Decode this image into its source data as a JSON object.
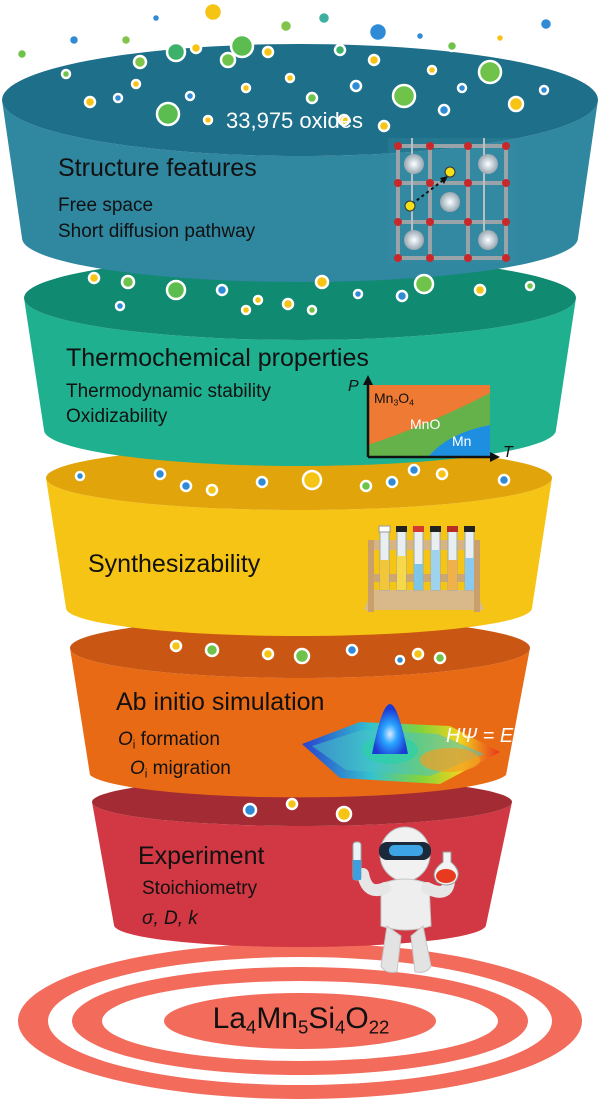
{
  "funnel": {
    "count_label": "33,975 oxides",
    "stages": [
      {
        "title": "Structure features",
        "items": [
          "Free space",
          "Short diffusion pathway"
        ],
        "colors": {
          "rim": "#2a8aa5",
          "inner": "#1e6f89",
          "body": "#2f87a0"
        }
      },
      {
        "title": "Thermochemical properties",
        "items": [
          "Thermodynamic stability",
          "Oxidizability"
        ],
        "colors": {
          "rim": "#22b59a",
          "inner": "#118a72",
          "body": "#1fb08f"
        }
      },
      {
        "title": "Synthesizability",
        "items": [],
        "colors": {
          "rim": "#f6cb18",
          "inner": "#e1a50b",
          "body": "#f6c414"
        }
      },
      {
        "title": "Ab initio simulation",
        "items": [],
        "colors": {
          "rim": "#f08225",
          "inner": "#c95612",
          "body": "#e96a14"
        }
      },
      {
        "title": "Experiment",
        "items": [
          "Stoichiometry"
        ],
        "colors": {
          "rim": "#d9404a",
          "inner": "#a32b33",
          "body": "#d23843"
        }
      }
    ],
    "abinitio_items": [
      {
        "symbol": "O",
        "subscript": "i",
        "text": " formation"
      },
      {
        "symbol": "O",
        "subscript": "i",
        "text": " migration"
      }
    ],
    "experiment_symbols": "σ, D, k",
    "schrodinger_equation": "HΨ = EΨ"
  },
  "phase_diagram": {
    "y_axis": "P",
    "x_axis": "T",
    "regions": [
      {
        "name_base": "Mn",
        "sub1": "3",
        "name_mid": "O",
        "sub2": "4",
        "color": "#ee7a33"
      },
      {
        "name_base": "MnO",
        "color": "#66b24a"
      },
      {
        "name_base": "Mn",
        "color": "#1e8fe0"
      }
    ]
  },
  "result": {
    "formula_parts": [
      {
        "t": "La"
      },
      {
        "s": "4"
      },
      {
        "t": "Mn"
      },
      {
        "s": "5"
      },
      {
        "t": "Si"
      },
      {
        "s": "4"
      },
      {
        "t": "O"
      },
      {
        "s": "22"
      }
    ],
    "target_color": "#f26b5b"
  },
  "icons": [
    "crystal-lattice-icon",
    "test-tube-rack-icon",
    "energy-surface-icon",
    "scientist-figure-icon",
    "target-rings-icon"
  ]
}
